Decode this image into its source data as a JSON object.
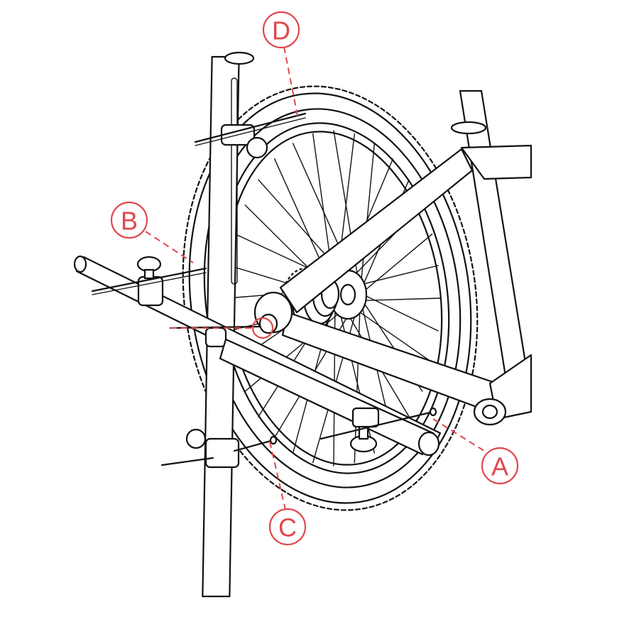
{
  "callouts": [
    {
      "id": "A",
      "label": "A"
    },
    {
      "id": "B",
      "label": "B"
    },
    {
      "id": "C",
      "label": "C"
    },
    {
      "id": "D",
      "label": "D"
    }
  ],
  "colors": {
    "callout": "#e0474c",
    "line": "#111111",
    "background": "#ffffff"
  }
}
